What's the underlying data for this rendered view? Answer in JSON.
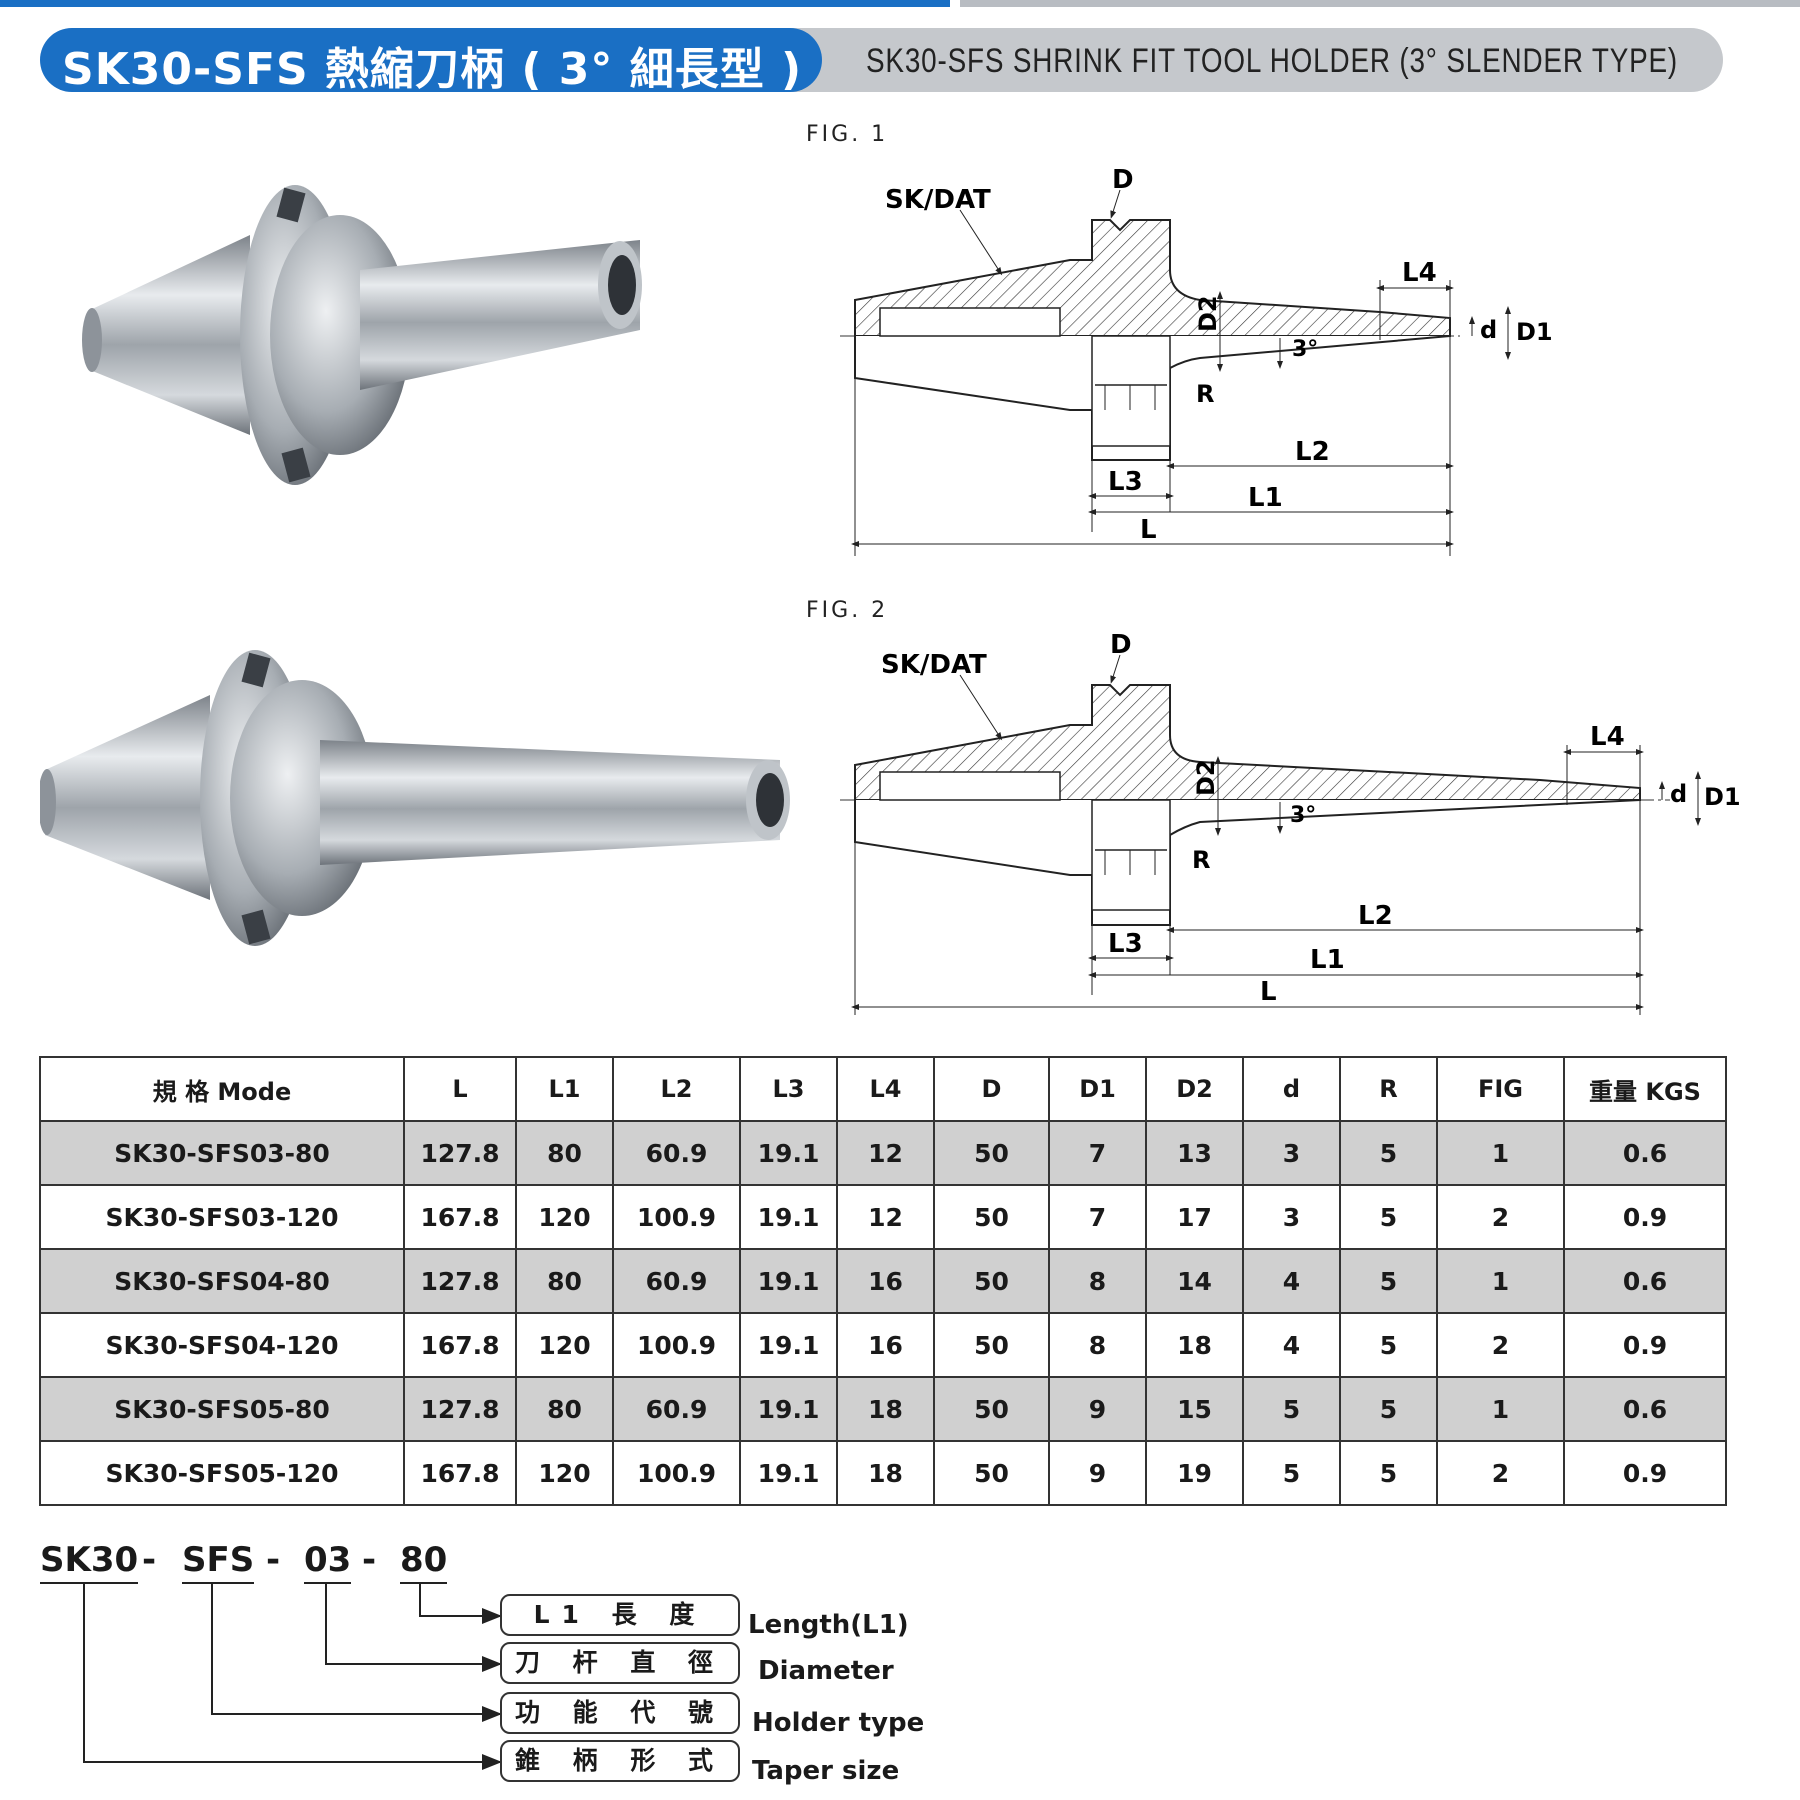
{
  "header": {
    "title_zh": "SK30-SFS 熱縮刀柄 ( 3° 細長型 )",
    "title_en": "SK30-SFS SHRINK FIT TOOL HOLDER (3° SLENDER TYPE)"
  },
  "figures": [
    {
      "label": "FIG. 1",
      "dims": {
        "taper": "SK/DAT",
        "D": "D",
        "L4": "L4",
        "D2": "D2",
        "angle": "3°",
        "d": "d",
        "D1": "D1",
        "R": "R",
        "L2": "L2",
        "L3": "L3",
        "L1": "L1",
        "L": "L"
      }
    },
    {
      "label": "FIG. 2",
      "dims": {
        "taper": "SK/DAT",
        "D": "D",
        "L4": "L4",
        "D2": "D2",
        "angle": "3°",
        "d": "d",
        "D1": "D1",
        "R": "R",
        "L2": "L2",
        "L3": "L3",
        "L1": "L1",
        "L": "L"
      }
    }
  ],
  "table": {
    "headers": [
      "規 格 Mode",
      "L",
      "L1",
      "L2",
      "L3",
      "L4",
      "D",
      "D1",
      "D2",
      "d",
      "R",
      "FIG",
      "重量 KGS"
    ],
    "rows": [
      [
        "SK30-SFS03-80",
        "127.8",
        "80",
        "60.9",
        "19.1",
        "12",
        "50",
        "7",
        "13",
        "3",
        "5",
        "1",
        "0.6"
      ],
      [
        "SK30-SFS03-120",
        "167.8",
        "120",
        "100.9",
        "19.1",
        "12",
        "50",
        "7",
        "17",
        "3",
        "5",
        "2",
        "0.9"
      ],
      [
        "SK30-SFS04-80",
        "127.8",
        "80",
        "60.9",
        "19.1",
        "16",
        "50",
        "8",
        "14",
        "4",
        "5",
        "1",
        "0.6"
      ],
      [
        "SK30-SFS04-120",
        "167.8",
        "120",
        "100.9",
        "19.1",
        "16",
        "50",
        "8",
        "18",
        "4",
        "5",
        "2",
        "0.9"
      ],
      [
        "SK30-SFS05-80",
        "127.8",
        "80",
        "60.9",
        "19.1",
        "18",
        "50",
        "9",
        "15",
        "5",
        "5",
        "1",
        "0.6"
      ],
      [
        "SK30-SFS05-120",
        "167.8",
        "120",
        "100.9",
        "19.1",
        "18",
        "50",
        "9",
        "19",
        "5",
        "5",
        "2",
        "0.9"
      ]
    ]
  },
  "code": {
    "parts": [
      "SK30",
      "-",
      "SFS",
      "-",
      "03",
      "-",
      "80"
    ],
    "legend": [
      {
        "zh": "L1 長 度",
        "en": "Length(L1)"
      },
      {
        "zh": "刀 杆 直 徑",
        "en": "Diameter"
      },
      {
        "zh": "功 能 代 號",
        "en": "Holder type"
      },
      {
        "zh": "錐 柄 形 式",
        "en": "Taper size"
      }
    ]
  },
  "colors": {
    "brand_blue": "#1a6fc4",
    "header_grey": "#c5c8cc",
    "row_shade": "#d0d0d0"
  }
}
